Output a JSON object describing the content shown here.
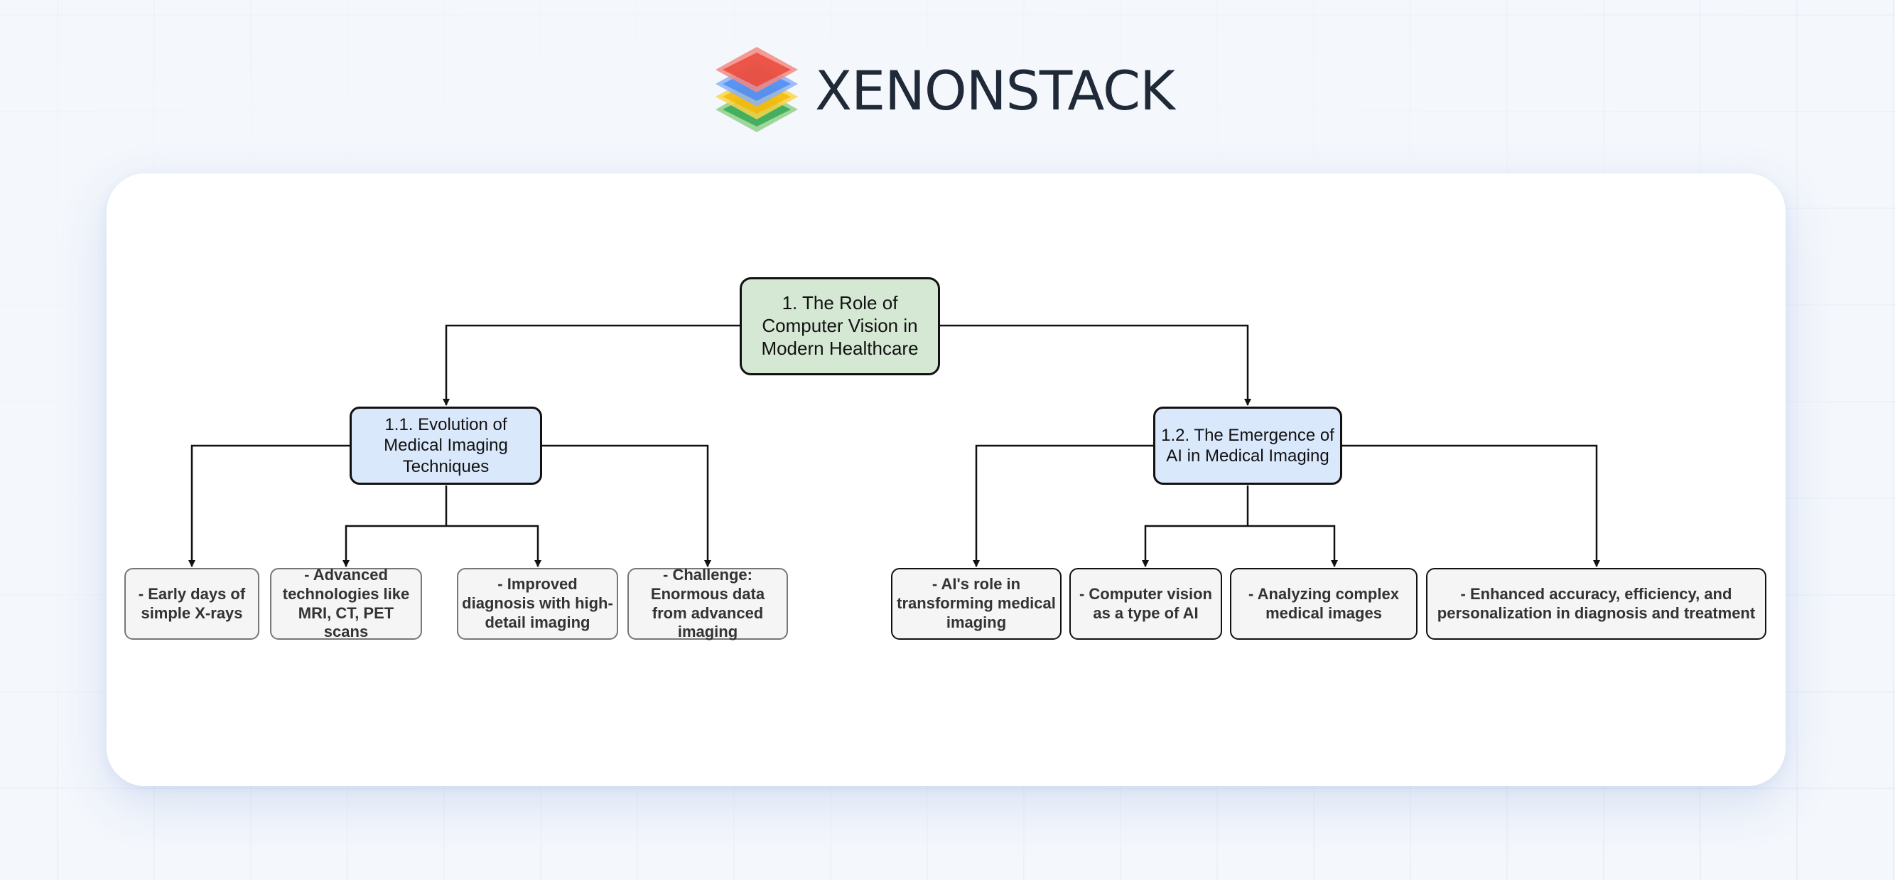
{
  "brand": {
    "name": "XENONSTACK"
  },
  "diagram": {
    "root": {
      "label": "1. The Role of Computer Vision in Modern Healthcare"
    },
    "branch_left": {
      "label": "1.1. Evolution of Medical Imaging Techniques",
      "children": [
        "- Early days of simple X-rays",
        "- Advanced technologies like MRI, CT, PET scans",
        "- Improved diagnosis with high-detail imaging",
        "- Challenge: Enormous data from advanced imaging"
      ]
    },
    "branch_right": {
      "label": "1.2. The Emergence of AI in Medical Imaging",
      "children": [
        "- AI's role in transforming medical imaging",
        "- Computer vision as a type of AI",
        "- Analyzing complex medical images",
        "- Enhanced accuracy, efficiency, and personalization in diagnosis and treatment"
      ]
    }
  },
  "colors": {
    "root_fill": "#d5e8d4",
    "branch_fill": "#dae8fc",
    "leaf_fill": "#f5f5f5",
    "line": "#111111"
  }
}
